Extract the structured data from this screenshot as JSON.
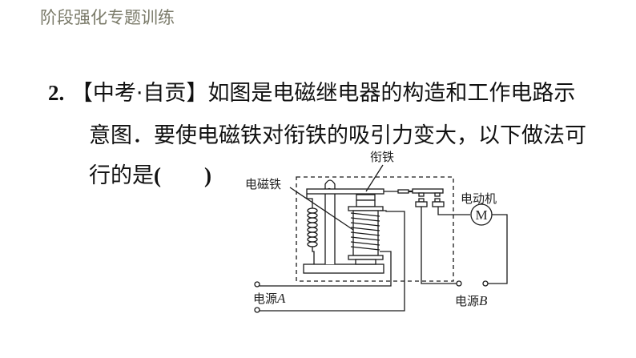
{
  "header": {
    "title": "阶段强化专题训练"
  },
  "question": {
    "number": "2.",
    "source": "【中考·自贡】",
    "line1_text": "如图是电磁继电器的构造和工作电路示",
    "line2_text": "意图．要使电磁铁对衔铁的吸引力变大，以下做法可",
    "line3_text": "行的是",
    "answer_blank": "(　　)"
  },
  "diagram": {
    "labels": {
      "armature": "衔铁",
      "electromagnet": "电磁铁",
      "motor": "电动机",
      "motor_symbol": "M",
      "power_a_prefix": "电源",
      "power_a_letter": "A",
      "power_b_prefix": "电源",
      "power_b_letter": "B"
    },
    "colors": {
      "line": "#1a1a1a",
      "text": "#111111",
      "header": "#7b7b6a"
    }
  }
}
